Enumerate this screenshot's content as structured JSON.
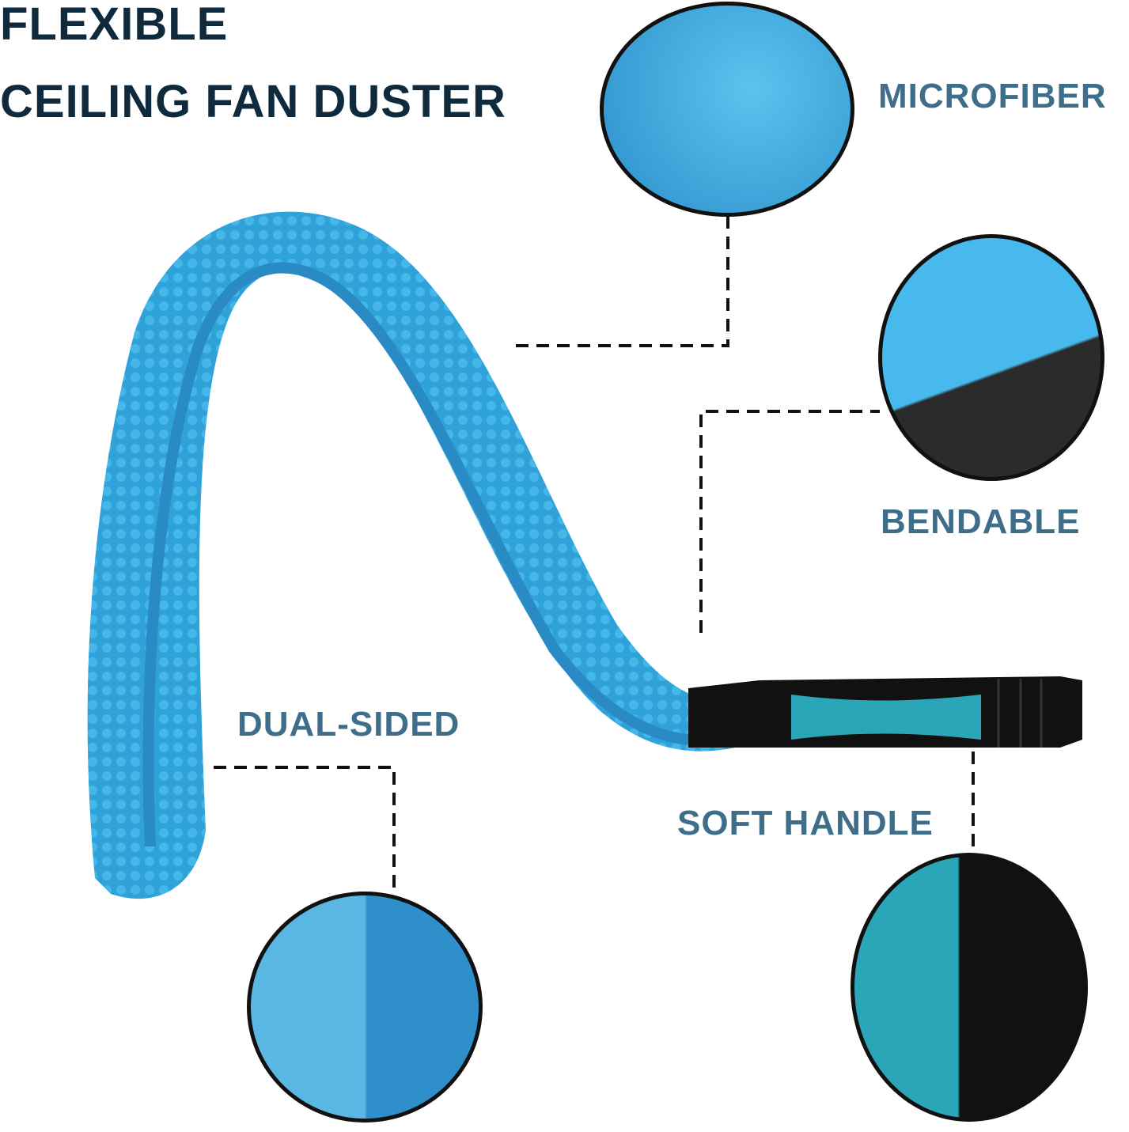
{
  "title": {
    "line1": "FLEXIBLE",
    "line2": "CEILING FAN DUSTER"
  },
  "features": [
    {
      "label": "MICROFIBER",
      "icon": "microfiber-closeup"
    },
    {
      "label": "BENDABLE",
      "icon": "bendable-closeup"
    },
    {
      "label": "DUAL-SIDED",
      "icon": "dual-sided-closeup"
    },
    {
      "label": "SOFT HANDLE",
      "icon": "handle-closeup"
    }
  ],
  "colors": {
    "title": "#0f2a3d",
    "label": "#3f6e8a",
    "microfiber": "#2f9fd6",
    "handle_accent": "#2aa6b8",
    "handle_black": "#111111"
  }
}
